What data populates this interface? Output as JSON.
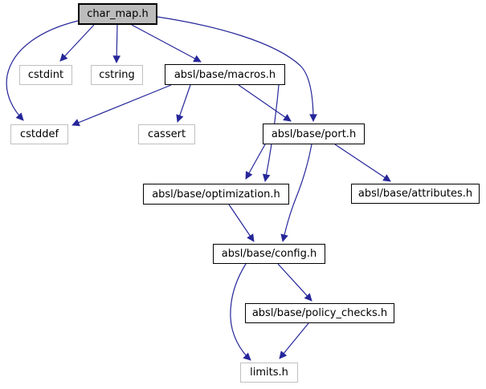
{
  "diagram": {
    "title": "char_map.h include dependency graph",
    "type": "include-dependency-graph",
    "root": "char_map.h",
    "colors": {
      "edge": "#26269a",
      "root_fill": "#bcbcbc",
      "linked_node_border": "#000000",
      "external_node_border": "#c0c0c0",
      "background": "#ffffff"
    },
    "nodes": [
      {
        "id": "char_map",
        "label": "char_map.h",
        "kind": "root"
      },
      {
        "id": "cstdint",
        "label": "cstdint",
        "kind": "external"
      },
      {
        "id": "cstring",
        "label": "cstring",
        "kind": "external"
      },
      {
        "id": "macros",
        "label": "absl/base/macros.h",
        "kind": "linked"
      },
      {
        "id": "cstddef",
        "label": "cstddef",
        "kind": "external"
      },
      {
        "id": "cassert",
        "label": "cassert",
        "kind": "external"
      },
      {
        "id": "port",
        "label": "absl/base/port.h",
        "kind": "linked"
      },
      {
        "id": "optimization",
        "label": "absl/base/optimization.h",
        "kind": "linked"
      },
      {
        "id": "attributes",
        "label": "absl/base/attributes.h",
        "kind": "linked"
      },
      {
        "id": "config",
        "label": "absl/base/config.h",
        "kind": "linked"
      },
      {
        "id": "policy_checks",
        "label": "absl/base/policy_checks.h",
        "kind": "linked"
      },
      {
        "id": "limits",
        "label": "limits.h",
        "kind": "external"
      }
    ],
    "edges": [
      {
        "from": "char_map.h",
        "to": "cstddef"
      },
      {
        "from": "char_map.h",
        "to": "cstdint"
      },
      {
        "from": "char_map.h",
        "to": "cstring"
      },
      {
        "from": "char_map.h",
        "to": "absl/base/macros.h"
      },
      {
        "from": "char_map.h",
        "to": "absl/base/port.h"
      },
      {
        "from": "absl/base/macros.h",
        "to": "cstddef"
      },
      {
        "from": "absl/base/macros.h",
        "to": "cassert"
      },
      {
        "from": "absl/base/macros.h",
        "to": "absl/base/optimization.h"
      },
      {
        "from": "absl/base/macros.h",
        "to": "absl/base/port.h"
      },
      {
        "from": "absl/base/port.h",
        "to": "absl/base/optimization.h"
      },
      {
        "from": "absl/base/port.h",
        "to": "absl/base/config.h"
      },
      {
        "from": "absl/base/port.h",
        "to": "absl/base/attributes.h"
      },
      {
        "from": "absl/base/optimization.h",
        "to": "absl/base/config.h"
      },
      {
        "from": "absl/base/config.h",
        "to": "absl/base/policy_checks.h"
      },
      {
        "from": "absl/base/config.h",
        "to": "limits.h"
      },
      {
        "from": "absl/base/policy_checks.h",
        "to": "limits.h"
      }
    ]
  }
}
